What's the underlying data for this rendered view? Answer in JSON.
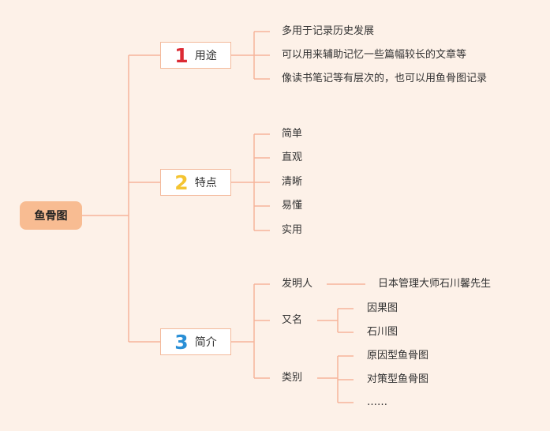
{
  "root": {
    "label": "鱼骨图"
  },
  "colors": {
    "line": "#f6b49a",
    "root_bg": "#f8bc92",
    "background": "#fdf1e8",
    "num1": "#dc2a34",
    "num2": "#f4c431",
    "num3": "#2a8fd6"
  },
  "categories": [
    {
      "number": "1",
      "label": "用途",
      "items": [
        "多用于记录历史发展",
        "可以用来辅助记忆一些篇幅较长的文章等",
        "像读书笔记等有层次的，也可以用鱼骨图记录"
      ]
    },
    {
      "number": "2",
      "label": "特点",
      "items": [
        "简单",
        "直观",
        "清晰",
        "易懂",
        "实用"
      ]
    },
    {
      "number": "3",
      "label": "简介",
      "subs": [
        {
          "label": "发明人",
          "items": [
            "日本管理大师石川馨先生"
          ]
        },
        {
          "label": "又名",
          "items": [
            "因果图",
            "石川图"
          ]
        },
        {
          "label": "类别",
          "items": [
            "原因型鱼骨图",
            "对策型鱼骨图",
            "……"
          ]
        }
      ]
    }
  ]
}
